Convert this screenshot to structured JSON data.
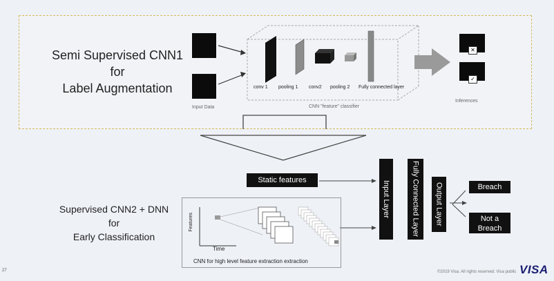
{
  "top": {
    "title_lines": [
      "Semi Supervised CNN1",
      "for",
      "Label Augmentation"
    ],
    "input_label": "Input Data",
    "layers": [
      "conv 1",
      "pooling 1",
      "conv2",
      "pooling 2",
      "Fully connected layer"
    ],
    "classifier_label": "CNN \"feature\" classifier",
    "inferences_label": "Inferences"
  },
  "bottom": {
    "title_lines": [
      "Supervised CNN2 + DNN",
      "for",
      "Early Classification"
    ],
    "static_features": "Static features",
    "input_layer": "Input Layer",
    "fc_layer": "Fully Connected Layer",
    "output_layer": "Output Layer",
    "breach": "Breach",
    "not_breach": "Not a Breach",
    "axis_features": "Features",
    "axis_time": "Time",
    "cnn_caption": "CNN for high level feature extraction extraction"
  },
  "footer": {
    "page_number": "27",
    "copyright": "©2019 Visa. All rights reserved. Visa public",
    "logo": "VISA"
  }
}
